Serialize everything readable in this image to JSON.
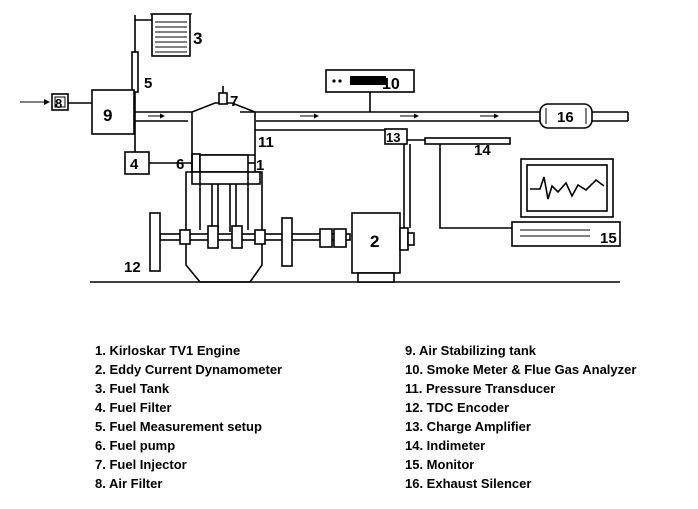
{
  "components": [
    {
      "id": "1",
      "label": "Kirloskar TV1 Engine"
    },
    {
      "id": "2",
      "label": "Eddy Current Dynamometer"
    },
    {
      "id": "3",
      "label": "Fuel Tank"
    },
    {
      "id": "4",
      "label": "Fuel Filter"
    },
    {
      "id": "5",
      "label": "Fuel Measurement setup"
    },
    {
      "id": "6",
      "label": "Fuel pump"
    },
    {
      "id": "7",
      "label": "Fuel Injector"
    },
    {
      "id": "8",
      "label": "Air Filter"
    },
    {
      "id": "9",
      "label": "Air Stabilizing tank"
    },
    {
      "id": "10",
      "label": "Smoke Meter & Flue Gas Analyzer"
    },
    {
      "id": "11",
      "label": "Pressure Transducer"
    },
    {
      "id": "12",
      "label": "TDC Encoder"
    },
    {
      "id": "13",
      "label": "Charge Amplifier"
    },
    {
      "id": "14",
      "label": "Indimeter"
    },
    {
      "id": "15",
      "label": "Monitor"
    },
    {
      "id": "16",
      "label": "Exhaust Silencer"
    }
  ],
  "legend": [
    "1. Kirloskar TV1 Engine",
    "2. Eddy Current Dynamometer",
    "3. Fuel Tank",
    "4. Fuel Filter",
    "5. Fuel Measurement setup",
    "6. Fuel pump",
    "7. Fuel Injector",
    "8. Air Filter",
    "9.   Air Stabilizing tank",
    "10. Smoke Meter & Flue Gas Analyzer",
    "11. Pressure Transducer",
    "12. TDC Encoder",
    "13. Charge Amplifier",
    "14. Indimeter",
    "15. Monitor",
    "16. Exhaust Silencer"
  ]
}
